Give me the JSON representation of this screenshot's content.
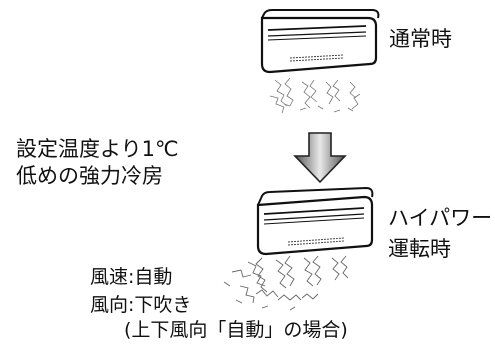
{
  "labels": {
    "normal_mode": "通常時",
    "description_line1": "設定温度より1℃",
    "description_line2": "低めの強力冷房",
    "highpower_line1": "ハイパワー",
    "highpower_line2": "運転時",
    "fan_speed": "風速:自動",
    "air_direction": "風向:下吹き",
    "direction_note": "(上下風向「自動」の場合)"
  },
  "icons": {
    "top_unit": "air-conditioner-icon",
    "arrow": "down-arrow-icon",
    "bottom_unit": "air-conditioner-icon"
  }
}
